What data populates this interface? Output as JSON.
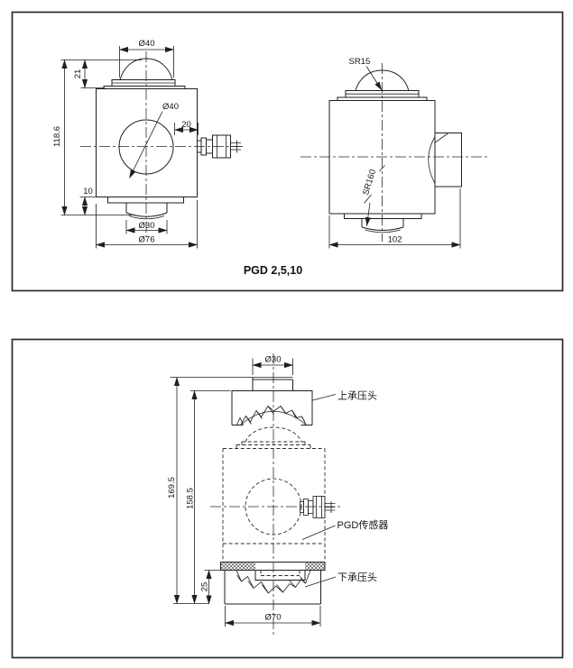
{
  "ink_color": "#1f1f1f",
  "border_color": "#2b2b2b",
  "top_panel": {
    "caption": "PGD 2,5,10",
    "front_view": {
      "dim_cap_diameter": "Ø40",
      "dim_cap_height": "21",
      "dim_total_height": "118.6",
      "dim_hole_diameter": "Ø40",
      "dim_connector_length": "20",
      "dim_foot_offset": "10",
      "dim_foot_diameter": "Ø30",
      "dim_body_diameter": "Ø76"
    },
    "side_view": {
      "dim_top_sphere_radius": "SR15",
      "dim_bottom_sphere_radius": "SR160",
      "dim_overall_width": "102"
    }
  },
  "bottom_panel": {
    "assembly": {
      "dim_top_boss_diameter": "Ø30",
      "dim_total_height": "169.5",
      "dim_stack_height": "158.5",
      "dim_lower_head_height": "25",
      "dim_lower_head_diameter": "Ø70",
      "label_upper_head": "上承压头",
      "label_sensor": "PGD传感器",
      "label_lower_head": "下承压头"
    }
  }
}
